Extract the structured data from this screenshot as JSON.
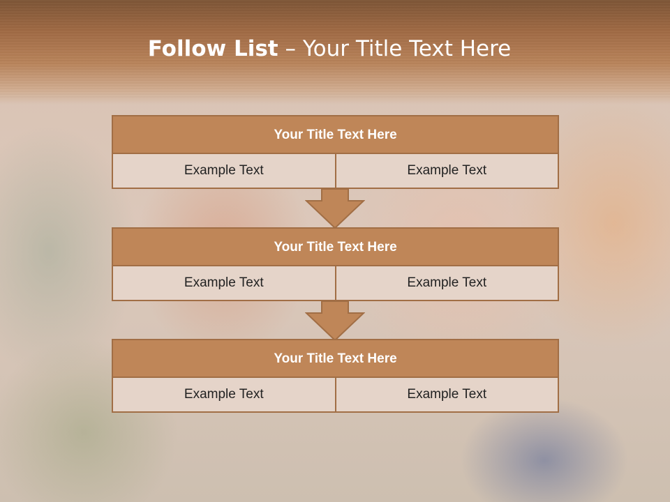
{
  "slide": {
    "title_bold": "Follow List",
    "title_rest": " – Your Title Text Here"
  },
  "steps": [
    {
      "title": "Your Title Text Here",
      "left": "Example Text",
      "right": "Example Text"
    },
    {
      "title": "Your Title Text Here",
      "left": "Example Text",
      "right": "Example Text"
    },
    {
      "title": "Your Title Text Here",
      "left": "Example Text",
      "right": "Example Text"
    }
  ],
  "colors": {
    "header_fill": "#bf8658",
    "cell_fill": "#e5d4c9",
    "border": "#a16e45",
    "band": "#a06a44"
  },
  "icons": [
    "down-arrow-icon",
    "down-arrow-icon"
  ]
}
